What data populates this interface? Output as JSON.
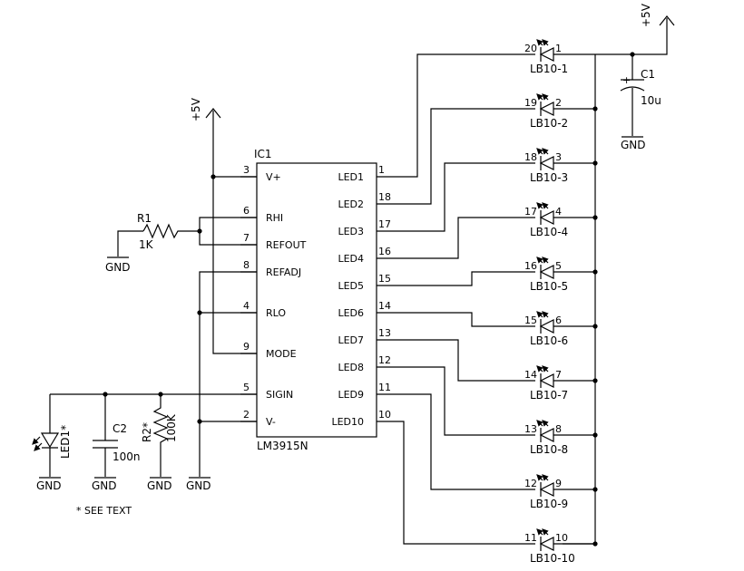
{
  "ic": {
    "ref": "IC1",
    "part": "LM3915N",
    "left_pins": [
      {
        "num": "3",
        "name": "V+"
      },
      {
        "num": "6",
        "name": "RHI"
      },
      {
        "num": "7",
        "name": "REFOUT"
      },
      {
        "num": "8",
        "name": "REFADJ"
      },
      {
        "num": "4",
        "name": "RLO"
      },
      {
        "num": "9",
        "name": "MODE"
      },
      {
        "num": "5",
        "name": "SIGIN"
      },
      {
        "num": "2",
        "name": "V-"
      }
    ],
    "right_pins": [
      {
        "num": "1",
        "name": "LED1"
      },
      {
        "num": "18",
        "name": "LED2"
      },
      {
        "num": "17",
        "name": "LED3"
      },
      {
        "num": "16",
        "name": "LED4"
      },
      {
        "num": "15",
        "name": "LED5"
      },
      {
        "num": "14",
        "name": "LED6"
      },
      {
        "num": "13",
        "name": "LED7"
      },
      {
        "num": "12",
        "name": "LED8"
      },
      {
        "num": "11",
        "name": "LED9"
      },
      {
        "num": "10",
        "name": "LED10"
      }
    ]
  },
  "bargraph": [
    {
      "label": "LB10-1",
      "pa": "20",
      "pk": "1"
    },
    {
      "label": "LB10-2",
      "pa": "19",
      "pk": "2"
    },
    {
      "label": "LB10-3",
      "pa": "18",
      "pk": "3"
    },
    {
      "label": "LB10-4",
      "pa": "17",
      "pk": "4"
    },
    {
      "label": "LB10-5",
      "pa": "16",
      "pk": "5"
    },
    {
      "label": "LB10-6",
      "pa": "15",
      "pk": "6"
    },
    {
      "label": "LB10-7",
      "pa": "14",
      "pk": "7"
    },
    {
      "label": "LB10-8",
      "pa": "13",
      "pk": "8"
    },
    {
      "label": "LB10-9",
      "pa": "12",
      "pk": "9"
    },
    {
      "label": "LB10-10",
      "pa": "11",
      "pk": "10"
    }
  ],
  "parts": {
    "r1": {
      "ref": "R1",
      "value": "1K"
    },
    "r2": {
      "ref": "R2*",
      "value": "100K"
    },
    "c1": {
      "ref": "C1",
      "value": "10u",
      "polarity": "+"
    },
    "c2": {
      "ref": "C2",
      "value": "100n"
    },
    "led1": {
      "ref": "LED1*"
    }
  },
  "supply": "+5V",
  "ground": "GND",
  "note": "* SEE TEXT"
}
